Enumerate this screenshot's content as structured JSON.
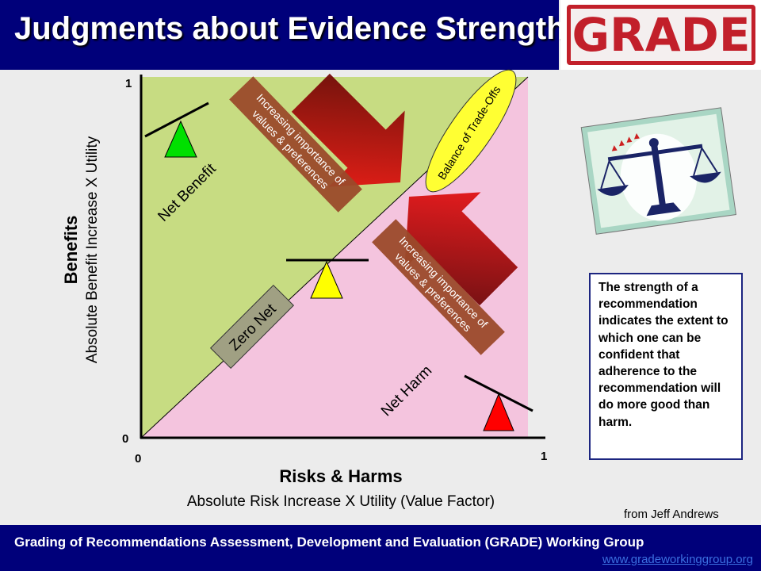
{
  "header": {
    "title": "Judgments about Evidence Strength",
    "logo_text": "GRADE"
  },
  "diagram": {
    "y_axis_title": "Benefits",
    "y_axis_subtitle": "Absolute Benefit Increase X Utility",
    "x_axis_title": "Risks & Harms",
    "x_axis_subtitle": "Absolute Risk Increase X Utility (Value Factor)",
    "tick_y_top": "1",
    "tick_y_bottom": "0",
    "tick_x_left": "0",
    "tick_x_right": "1",
    "net_benefit": "Net Benefit",
    "zero_net": "Zero Net",
    "net_harm": "Net Harm",
    "balance": "Balance of Trade-Offs",
    "values_upper_line1": "Increasing importance of",
    "values_upper_line2": "values & preferences",
    "values_lower_line1": "Increasing importance of",
    "values_lower_line2": "values & preferences",
    "colors": {
      "benefit_region": "#c7dc82",
      "harm_region": "#f4c4de",
      "triangle_green": "#00e000",
      "triangle_yellow": "#ffff00",
      "triangle_red": "#ff0000",
      "label_brown": "#9b4a2a"
    }
  },
  "sidebar": {
    "strength_text": "The strength of a recommendation indicates the extent to which one can be confident that adherence to the recommendation will do more good than harm."
  },
  "credit": "from Jeff Andrews",
  "footer": {
    "text": "Grading of Recommendations Assessment, Development and Evaluation (GRADE) Working Group",
    "link": "www.gradeworkinggroup.org"
  }
}
